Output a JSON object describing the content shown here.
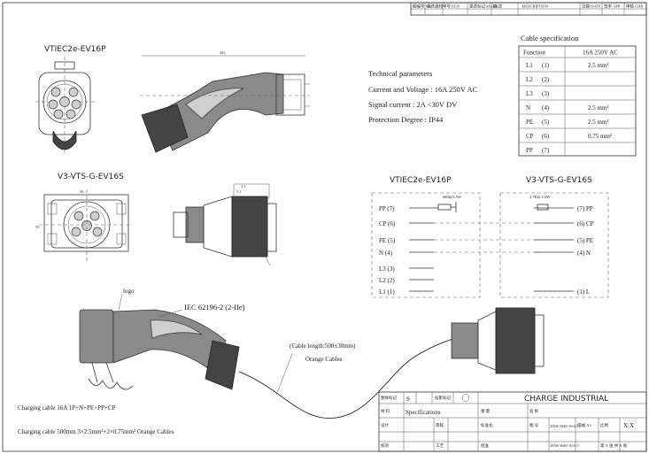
{
  "revision_header": [
    "图幅号 Vol",
    "更改通知单号 ECN",
    "更改标记 MARK",
    "描 述",
    "DESCRIPTION",
    "日期 DATE",
    "签字 APP",
    "审核 CHK"
  ],
  "views": {
    "plug_label": "VTIEC2e-EV16P",
    "socket_label": "V3-VTS-G-EV16S",
    "plug_length_dim": "281",
    "socket_dims": [
      "5.1",
      "3.1",
      "55",
      "50"
    ]
  },
  "tech": {
    "title": "Technical parameters",
    "lines": [
      "Current and Voltage : 16A 250V AC",
      "Signal current : 2A  <30V DV",
      "Protection Degree : IP44"
    ]
  },
  "cable_spec": {
    "title": "Cable specification",
    "headers": [
      "Function",
      "16A  250V AC"
    ],
    "rows": [
      {
        "fn": "L1",
        "num": "(1)",
        "val": "2.5 mm²"
      },
      {
        "fn": "L2",
        "num": "(2)",
        "val": ""
      },
      {
        "fn": "L3",
        "num": "(3)",
        "val": ""
      },
      {
        "fn": "N",
        "num": "(4)",
        "val": "2.5 mm²"
      },
      {
        "fn": "PE",
        "num": "(5)",
        "val": "2.5 mm²"
      },
      {
        "fn": "CP",
        "num": "(6)",
        "val": "0.75 mm²"
      },
      {
        "fn": "PP",
        "num": "(7)",
        "val": ""
      }
    ]
  },
  "wiring": {
    "left_label": "VTIEC2e-EV16P",
    "right_label": "V3-VTS-G-EV16S",
    "left_resistor": "680Ω 0.5W",
    "right_resistor": "2.7KΩ 1/4W",
    "left_pins": [
      "PP (7)",
      "CP (6)",
      "PE (5)",
      "N (4)",
      "L3 (3)",
      "L2 (2)",
      "L1 (1)"
    ],
    "right_pins": [
      "(7) PP",
      "(6) CP",
      "(5) PE",
      "(4) N",
      "(1) L"
    ]
  },
  "assembly": {
    "logo": "logo",
    "standard": "IEC 62196-2 (2-IIe)",
    "cable_length": "(Cable length:500±30mm)",
    "cable_color": "Orange Cables"
  },
  "notes": [
    "Charging cable  16A 1P+N+PE+PP+CP",
    "Charging cable 500mm  3×2.5mm²+2×0.75mm² Orange Cables"
  ],
  "title_block": {
    "drawing_mark_label": "图样标记",
    "drawing_mark": "S",
    "projection_label": "投影标记",
    "company": "CHARGE INDUSTRIAL",
    "material_label": "材 料",
    "material": "Specifications",
    "weight_label": "重 量",
    "name_label": "名 称",
    "design_label": "设计",
    "review_label": "审核",
    "standard_label": "标准化",
    "part_no_label": "图 号",
    "part_no": "2050-3040-16-0.5",
    "size_label": "纸幅 A3",
    "scale_label": "比例",
    "scale": "X:X",
    "check_label": "校对",
    "process_label": "工艺",
    "approve_label": "批准",
    "sheet_label": "第 X 张  共 X 张"
  },
  "colors": {
    "body": "#8a8a8a",
    "dark": "#444444",
    "line": "#333333"
  }
}
